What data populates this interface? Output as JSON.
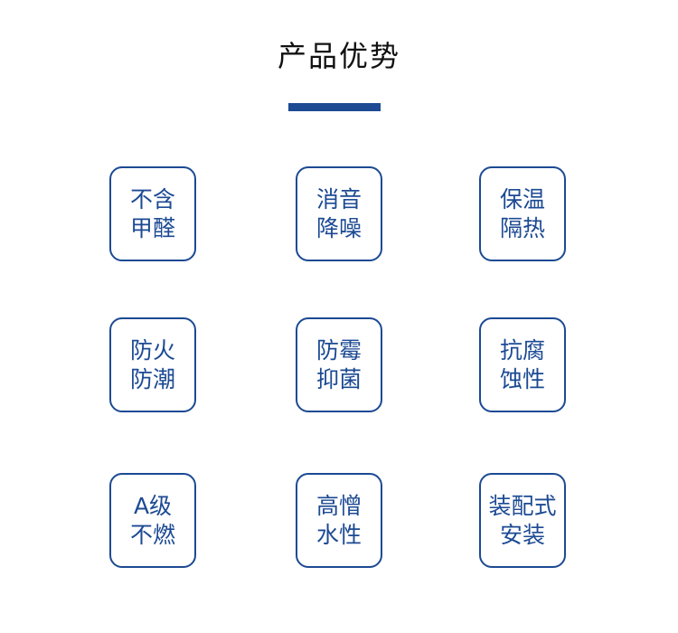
{
  "page_title": "产品优势",
  "accent_color": "#1c4a93",
  "advantages": [
    {
      "line1": "不含",
      "line2": "甲醛"
    },
    {
      "line1": "消音",
      "line2": "降噪"
    },
    {
      "line1": "保温",
      "line2": "隔热"
    },
    {
      "line1": "防火",
      "line2": "防潮"
    },
    {
      "line1": "防霉",
      "line2": "抑菌"
    },
    {
      "line1": "抗腐",
      "line2": "蚀性"
    },
    {
      "line1": "A级",
      "line2": "不燃"
    },
    {
      "line1": "高憎",
      "line2": "水性"
    },
    {
      "line1": "装配式",
      "line2": "安装"
    }
  ]
}
